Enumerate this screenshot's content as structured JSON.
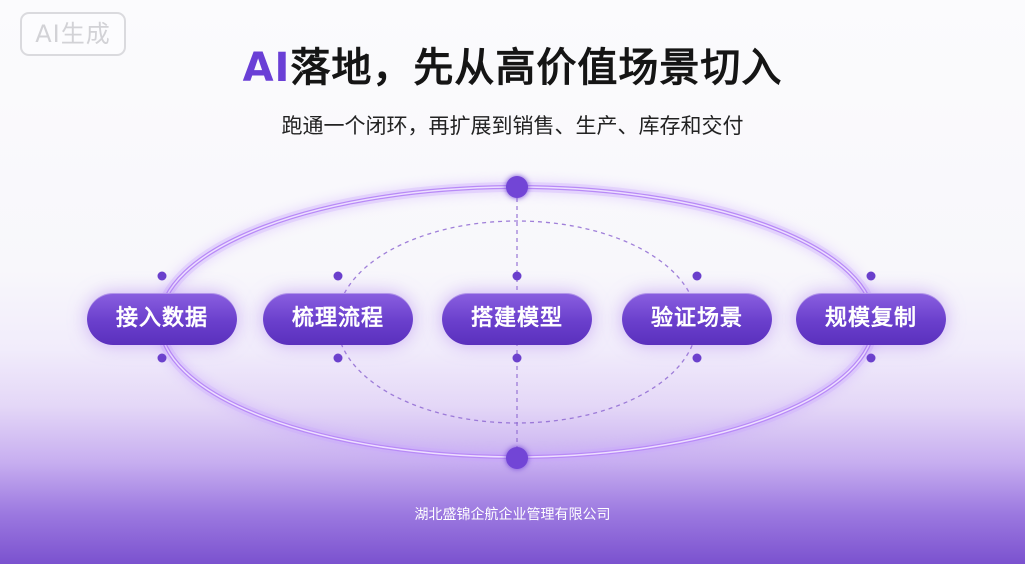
{
  "watermark": "AI生成",
  "title": {
    "accent": "AI",
    "rest": "落地，先从高价值场景切入"
  },
  "subtitle": "跑通一个闭环，再扩展到销售、生产、库存和交付",
  "steps": [
    "接入数据",
    "梳理流程",
    "搭建模型",
    "验证场景",
    "规模复制"
  ],
  "footer": "湖北盛锦企航企业管理有限公司",
  "colors": {
    "accent": "#6a3fd6",
    "pill": "#6a3fcc",
    "ring": "#b58cf5"
  }
}
